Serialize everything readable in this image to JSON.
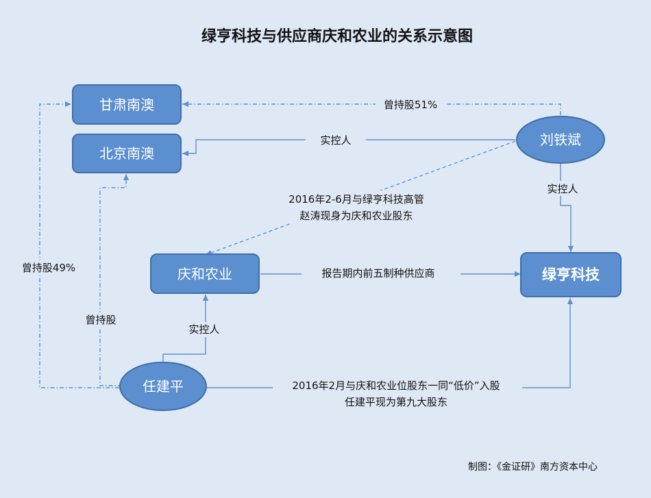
{
  "title": "绿亨科技与供应商庆和农业的关系示意图",
  "nodes": {
    "gansu_nanao": "甘肃南澳",
    "beijing_nanao": "北京南澳",
    "liu_tiebin": "刘铁斌",
    "qinghe_nongye": "庆和农业",
    "lvheng_keji": "绿亨科技",
    "ren_jianping": "任建平"
  },
  "edges": {
    "liu_to_gansu": "曾持股51%",
    "liu_to_beijing": "实控人",
    "liu_to_qinghe_line1": "2016年2-6月与绿亨科技高管",
    "liu_to_qinghe_line2": "赵涛现身为庆和农业股东",
    "liu_to_lvheng": "实控人",
    "qinghe_to_lvheng": "报告期内前五制种供应商",
    "ren_to_gansu": "曾持股49%",
    "ren_to_beijing": "曾持股",
    "ren_to_qinghe": "实控人",
    "ren_to_lvheng_line1": "2016年2月与庆和农业位股东一同“低价”入股",
    "ren_to_lvheng_line2": "任建平现为第九大股东"
  },
  "credit": "制图：《金证研》南方资本中心",
  "colors": {
    "background": "#dfe9f5",
    "node_fill": "#5b8fcf",
    "node_stroke": "#3f6ea8",
    "edge": "#5b8fcf"
  }
}
